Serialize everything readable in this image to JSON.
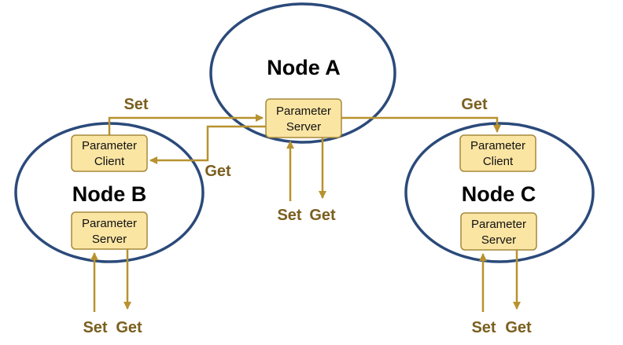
{
  "colors": {
    "node_outline": "#2b4a7a",
    "box_fill": "#fbe5a3",
    "box_stroke": "#a58a3c",
    "arrow": "#b8922f",
    "label": "#7a5f1e"
  },
  "nodes": {
    "a": {
      "title": "Node A",
      "server": {
        "line1": "Parameter",
        "line2": "Server"
      }
    },
    "b": {
      "title": "Node B",
      "client": {
        "line1": "Parameter",
        "line2": "Client"
      },
      "server": {
        "line1": "Parameter",
        "line2": "Server"
      }
    },
    "c": {
      "title": "Node C",
      "client": {
        "line1": "Parameter",
        "line2": "Client"
      },
      "server": {
        "line1": "Parameter",
        "line2": "Server"
      }
    }
  },
  "labels": {
    "b_to_a_set": "Set",
    "a_to_b_get": "Get",
    "a_to_c_get": "Get",
    "a_set": "Set",
    "a_get": "Get",
    "b_set": "Set",
    "b_get": "Get",
    "c_set": "Set",
    "c_get": "Get"
  }
}
